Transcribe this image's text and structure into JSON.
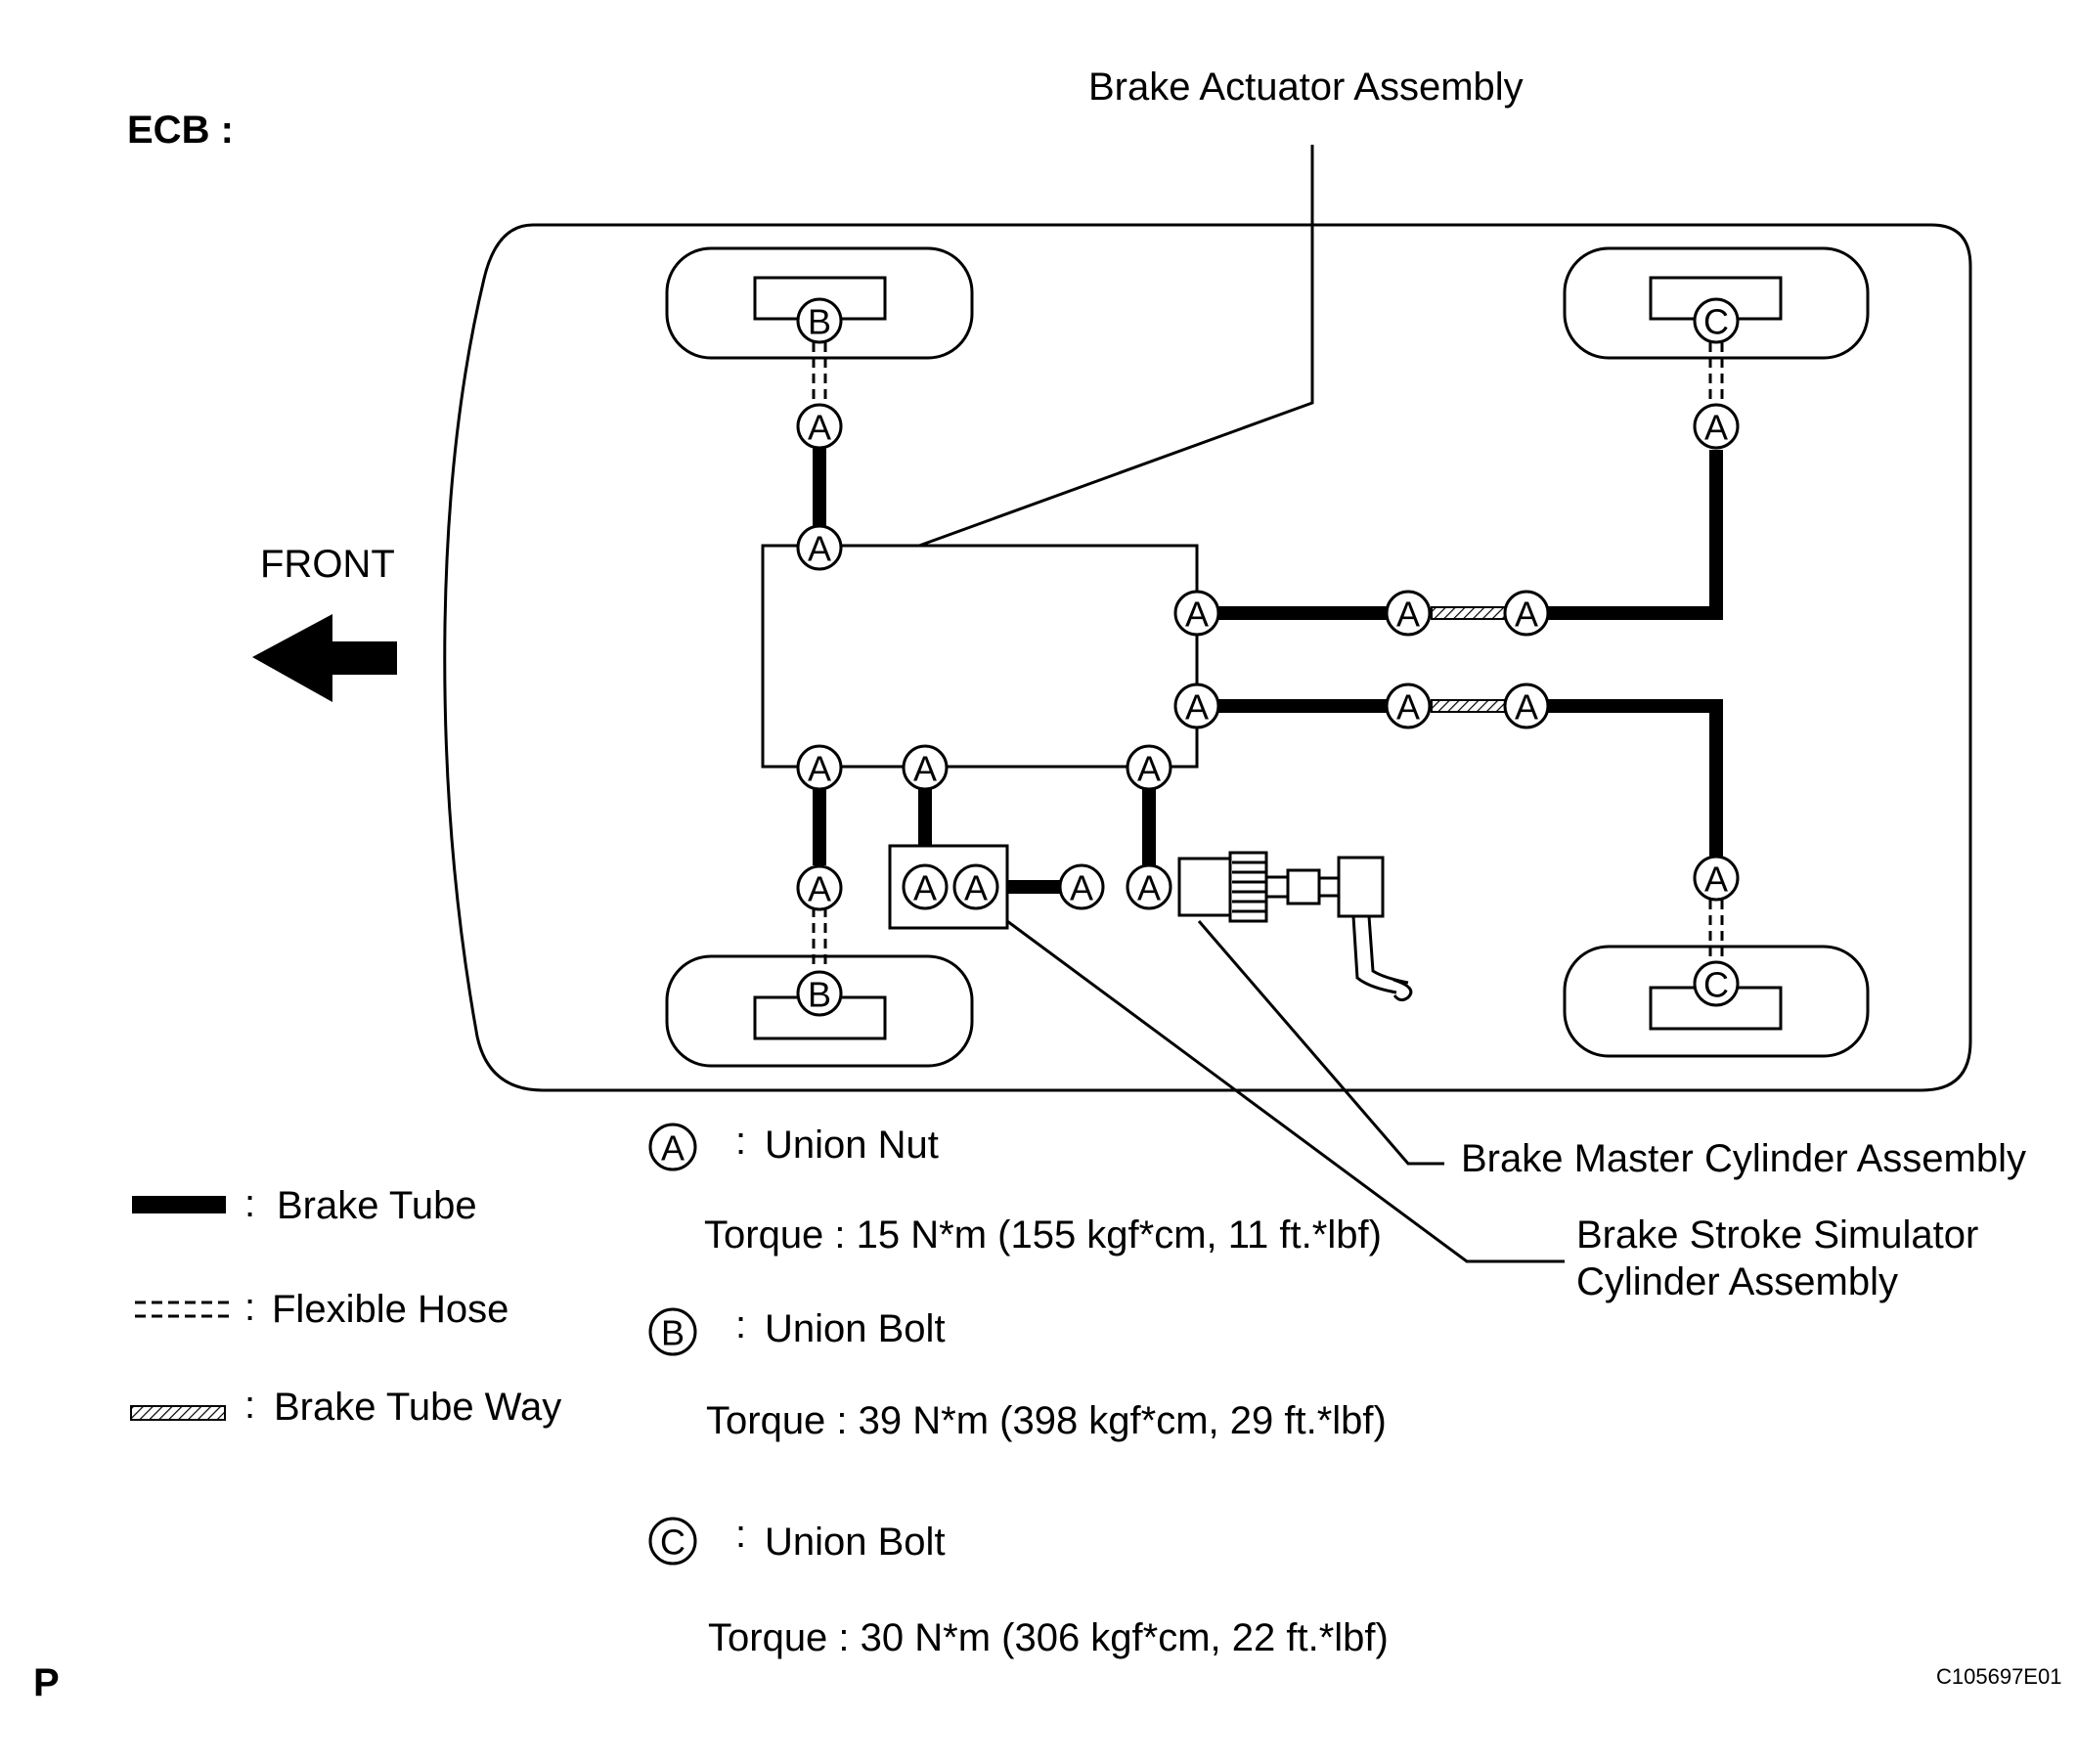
{
  "header": {
    "system_label": "ECB :",
    "page_mark": "P",
    "figure_code": "C105697E01"
  },
  "diagram": {
    "front_label": "FRONT",
    "callouts": {
      "brake_actuator": "Brake Actuator Assembly",
      "master_cylinder": "Brake Master Cylinder Assembly",
      "stroke_simulator_line1": "Brake Stroke Simulator",
      "stroke_simulator_line2": "Cylinder Assembly"
    },
    "fitting_letters": {
      "a": "A",
      "b": "B",
      "c": "C"
    }
  },
  "legend": {
    "separator": ":",
    "brake_tube": "Brake Tube",
    "flexible_hose": "Flexible Hose",
    "brake_tube_way": "Brake Tube Way"
  },
  "specs": {
    "a": {
      "letter": "A",
      "name": "Union Nut",
      "torque": "Torque : 15 N*m (155 kgf*cm, 11 ft.*lbf)"
    },
    "b": {
      "letter": "B",
      "name": "Union Bolt",
      "torque": "Torque : 39 N*m (398 kgf*cm, 29 ft.*lbf)"
    },
    "c": {
      "letter": "C",
      "name": "Union Bolt",
      "torque": "Torque : 30 N*m (306 kgf*cm, 22 ft.*lbf)"
    }
  }
}
